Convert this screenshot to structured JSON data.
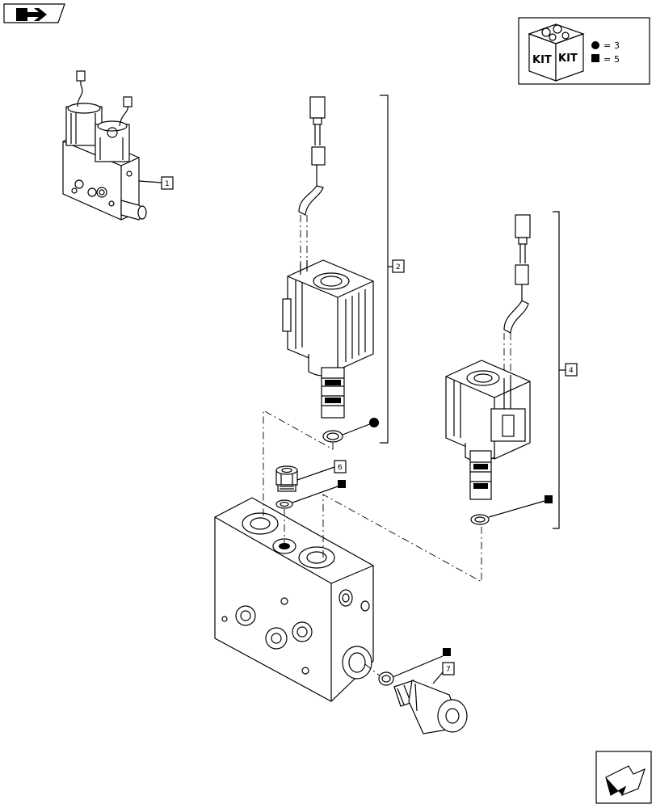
{
  "callouts": {
    "c1": "1",
    "c2": "2",
    "c4": "4",
    "c6": "6",
    "c7": "7"
  },
  "kit": {
    "label_left": "KIT",
    "label_right": "KIT",
    "circle_eq": "=",
    "circle_value": "3",
    "square_eq": "=",
    "square_value": "5"
  },
  "icons": {
    "top_left": "back-arrow-icon",
    "bottom_right": "next-page-arrow-icon",
    "kit_box": "kit-box-icon"
  }
}
